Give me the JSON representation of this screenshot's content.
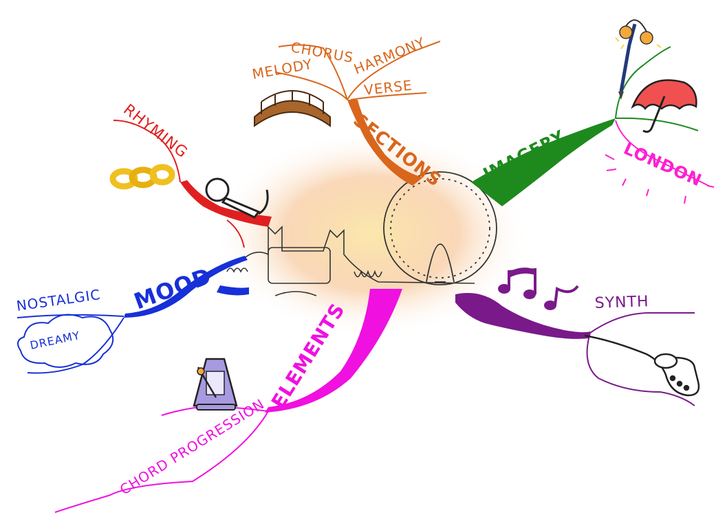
{
  "central": {
    "theme": "london-skyline-with-london-eye"
  },
  "colors": {
    "sections": "#d9661c",
    "imagery": "#1e8a1e",
    "london": "#ff1fd0",
    "rhyming": "#e02020",
    "mood": "#1730d8",
    "elements": "#f010e0",
    "synth": "#7a1a8a"
  },
  "branches": {
    "sections": {
      "label": "SECTIONS",
      "children": {
        "melody": "MELODY",
        "chorus": "CHORUS",
        "harmony": "HARMONY",
        "verse": "VERSE"
      },
      "icon": "bridge-icon"
    },
    "imagery": {
      "label": "IMAGERY",
      "children": {
        "london": "LONDON"
      },
      "icons": [
        "street-lamp-icon",
        "umbrella-icon"
      ]
    },
    "rhyming": {
      "label": "RHYMING",
      "icons": [
        "chain-icon",
        "microphone-icon"
      ]
    },
    "mood": {
      "label": "MOOD",
      "children": {
        "nostalgic": "NOSTALGIC",
        "dreamy": "DREAMY"
      }
    },
    "elements": {
      "label": "ELEMENTS",
      "children": {
        "chord_progression": "CHORD PROGRESSION"
      },
      "icon": "metronome-icon"
    },
    "synth": {
      "label": "SYNTH",
      "icons": [
        "music-notes-icon",
        "saxophone-icon"
      ]
    }
  }
}
